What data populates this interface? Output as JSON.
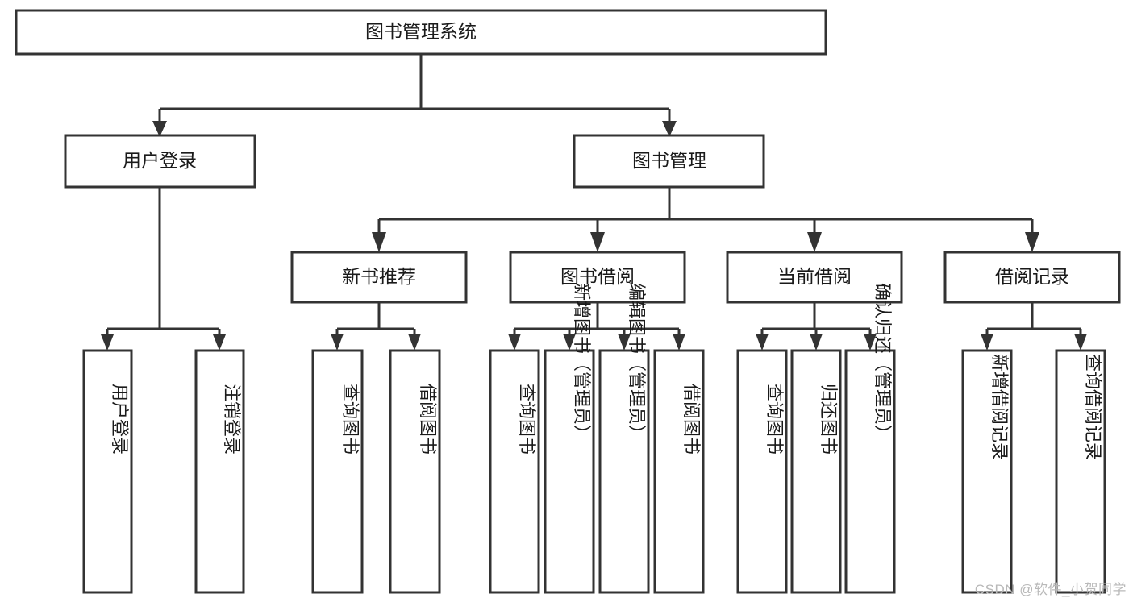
{
  "diagram": {
    "title": "图书管理系统",
    "type": "tree-hierarchy-chart",
    "root": {
      "label": "图书管理系统"
    },
    "level2": [
      {
        "id": "user-login",
        "label": "用户登录"
      },
      {
        "id": "book-manage",
        "label": "图书管理"
      }
    ],
    "level3": [
      {
        "id": "new-book-recommend",
        "label": "新书推荐",
        "parent": "book-manage"
      },
      {
        "id": "book-borrow",
        "label": "图书借阅",
        "parent": "book-manage"
      },
      {
        "id": "current-borrow",
        "label": "当前借阅",
        "parent": "book-manage"
      },
      {
        "id": "borrow-record",
        "label": "借阅记录",
        "parent": "book-manage"
      }
    ],
    "leaves": [
      {
        "id": "leaf-user-login",
        "label": "用户登录",
        "parent": "user-login"
      },
      {
        "id": "leaf-logout-login",
        "label": "注销登录",
        "parent": "user-login"
      },
      {
        "id": "leaf-query-book-1",
        "label": "查询图书",
        "parent": "new-book-recommend"
      },
      {
        "id": "leaf-borrow-book-1",
        "label": "借阅图书",
        "parent": "new-book-recommend"
      },
      {
        "id": "leaf-query-book-2",
        "label": "查询图书",
        "parent": "book-borrow"
      },
      {
        "id": "leaf-add-book",
        "label": "新增图书（管理员）",
        "parent": "book-borrow"
      },
      {
        "id": "leaf-edit-book",
        "label": "编辑图书（管理员）",
        "parent": "book-borrow"
      },
      {
        "id": "leaf-borrow-book-2",
        "label": "借阅图书",
        "parent": "book-borrow"
      },
      {
        "id": "leaf-query-book-3",
        "label": "查询图书",
        "parent": "current-borrow"
      },
      {
        "id": "leaf-return-book",
        "label": "归还图书",
        "parent": "current-borrow"
      },
      {
        "id": "leaf-confirm-return",
        "label": "确认归还（管理员）",
        "parent": "current-borrow"
      },
      {
        "id": "leaf-add-record",
        "label": "新增借阅记录",
        "parent": "borrow-record"
      },
      {
        "id": "leaf-query-record",
        "label": "查询借阅记录",
        "parent": "borrow-record"
      }
    ],
    "colors": {
      "stroke": "#333333",
      "box_fill": "#ffffff",
      "text": "#1a1a1a",
      "background": "#ffffff",
      "watermark": "#b9b9b9"
    }
  },
  "watermark": {
    "text": "CSDN @软件_小贺同学"
  }
}
